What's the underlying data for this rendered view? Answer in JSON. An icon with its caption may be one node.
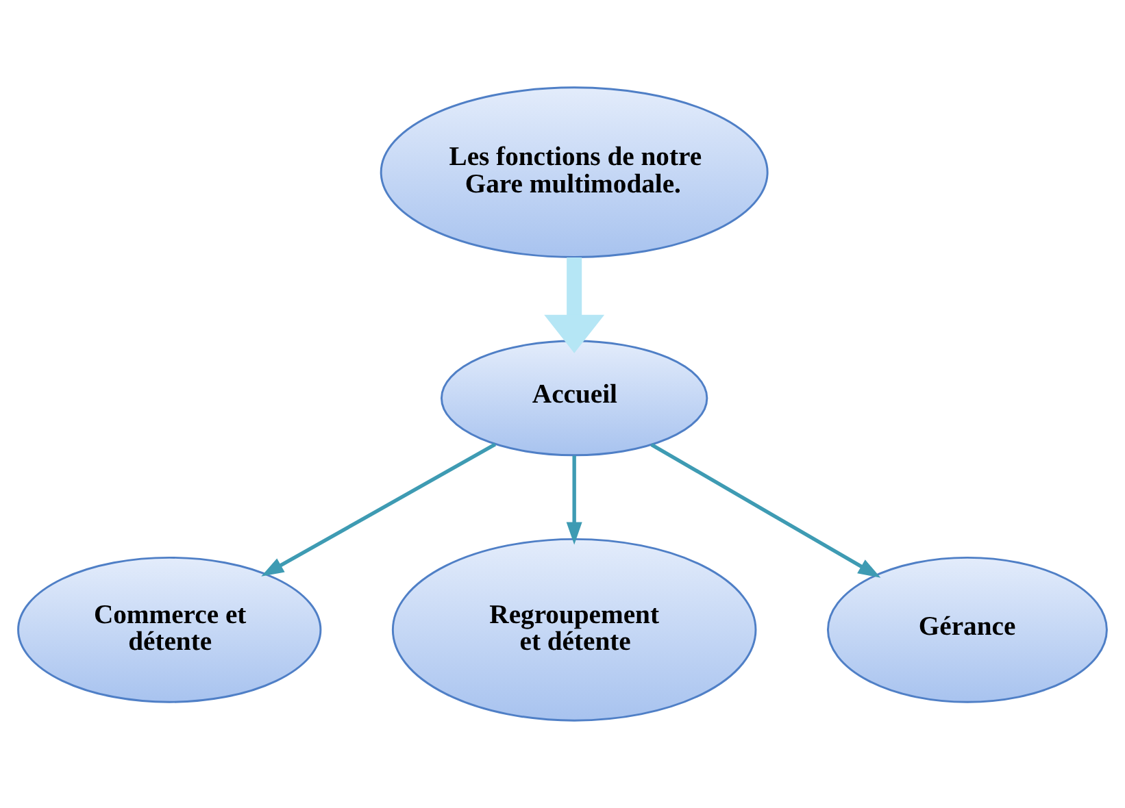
{
  "diagram": {
    "nodes": [
      {
        "text": [
          "Les fonctions de notre Gare multimodale."
        ]
      },
      {
        "text": [
          "Accueil"
        ]
      },
      {
        "text": [
          "Commerce et détente"
        ]
      },
      {
        "text": [
          "Regroupement et détente"
        ]
      },
      {
        "text": [
          "Gérance"
        ]
      }
    ],
    "edges": [
      {
        "from": 0,
        "to": 1,
        "arrow": "to",
        "style": "thick",
        "color": "#b5e6f5"
      },
      {
        "from": 1,
        "to": 2,
        "arrow": "to"
      },
      {
        "from": 1,
        "to": 3,
        "arrow": "to"
      },
      {
        "from": 1,
        "to": 4,
        "arrow": "to"
      }
    ]
  }
}
